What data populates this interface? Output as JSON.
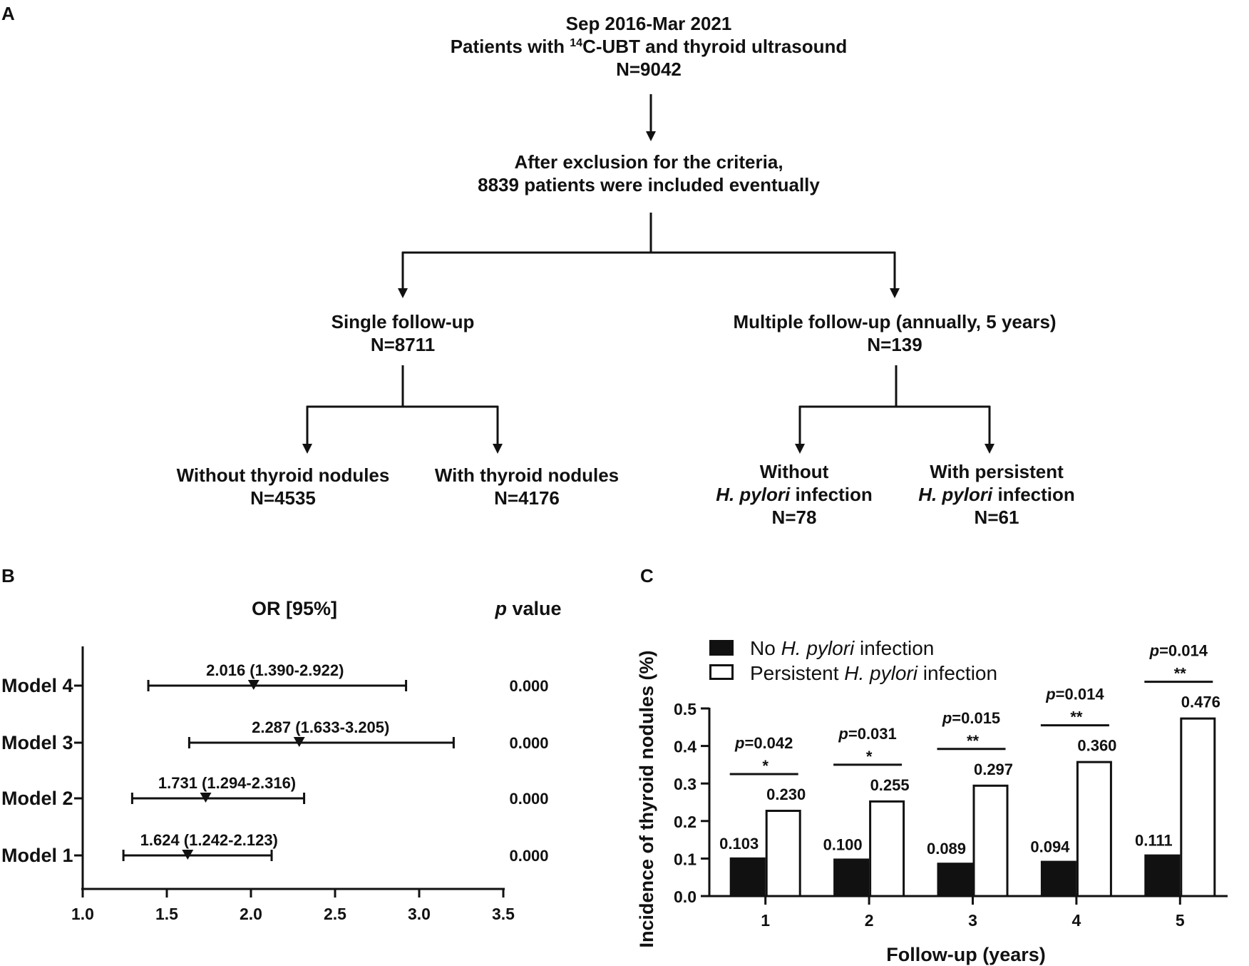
{
  "panels": {
    "a": "A",
    "b": "B",
    "c": "C"
  },
  "flowchart": {
    "top": {
      "line1": "Sep 2016-Mar 2021",
      "line2_pre": "Patients with ",
      "line2_sup": "14",
      "line2_post": "C-UBT and thyroid ultrasound",
      "line3": "N=9042"
    },
    "inclusion": {
      "line1": "After exclusion for the criteria,",
      "line2": "8839 patients were included eventually"
    },
    "single": {
      "line1": "Single follow-up",
      "line2": "N=8711"
    },
    "multiple": {
      "line1": "Multiple follow-up (annually, 5 years)",
      "line2": "N=139"
    },
    "without_nodules": {
      "line1": "Without thyroid nodules",
      "line2": "N=4535"
    },
    "with_nodules": {
      "line1": "With thyroid nodules",
      "line2": "N=4176"
    },
    "without_hp": {
      "line1": "Without",
      "line2_italic": "H. pylori",
      "line2_rest": " infection",
      "line3": "N=78"
    },
    "with_hp": {
      "line1": "With persistent",
      "line2_italic": "H. pylori",
      "line2_rest": " infection",
      "line3": "N=61"
    },
    "colors": {
      "line": "#111111"
    }
  },
  "chart_data": [
    {
      "type": "forest",
      "header_or": "OR [95%]",
      "header_p_italic": "p",
      "header_p_rest": " value",
      "xlim": [
        1.0,
        3.5
      ],
      "xticks": [
        "1.0",
        "1.5",
        "2.0",
        "2.5",
        "3.0",
        "3.5"
      ],
      "rows": [
        {
          "label": "Model 4",
          "or": 2.016,
          "lo": 1.39,
          "hi": 2.922,
          "text": "2.016 (1.390-2.922)",
          "p": "0.000"
        },
        {
          "label": "Model 3",
          "or": 2.287,
          "lo": 1.633,
          "hi": 3.205,
          "text": "2.287 (1.633-3.205)",
          "p": "0.000"
        },
        {
          "label": "Model 2",
          "or": 1.731,
          "lo": 1.294,
          "hi": 2.316,
          "text": "1.731 (1.294-2.316)",
          "p": "0.000"
        },
        {
          "label": "Model 1",
          "or": 1.624,
          "lo": 1.242,
          "hi": 2.123,
          "text": "1.624 (1.242-2.123)",
          "p": "0.000"
        }
      ],
      "colors": {
        "line": "#111111"
      }
    },
    {
      "type": "bar",
      "categories": [
        "1",
        "2",
        "3",
        "4",
        "5"
      ],
      "series": [
        {
          "name_pre": "No ",
          "name_italic": "H. pylori",
          "name_post": " infection",
          "values": [
            0.103,
            0.1,
            0.089,
            0.094,
            0.111
          ],
          "labels": [
            "0.103",
            "0.100",
            "0.089",
            "0.094",
            "0.111"
          ],
          "fill": "#111111"
        },
        {
          "name_pre": "Persistent ",
          "name_italic": "H. pylori",
          "name_post": " infection",
          "values": [
            0.23,
            0.255,
            0.297,
            0.36,
            0.476
          ],
          "labels": [
            "0.230",
            "0.255",
            "0.297",
            "0.360",
            "0.476"
          ],
          "fill": "#ffffff"
        }
      ],
      "significance": [
        {
          "p_italic": "p",
          "p_rest": "=0.042",
          "stars": "*"
        },
        {
          "p_italic": "p",
          "p_rest": "=0.031",
          "stars": "*"
        },
        {
          "p_italic": "p",
          "p_rest": "=0.015",
          "stars": "**"
        },
        {
          "p_italic": "p",
          "p_rest": "=0.014",
          "stars": "**"
        },
        {
          "p_italic": "p",
          "p_rest": "=0.014",
          "stars": "**"
        }
      ],
      "xlabel": "Follow-up (years)",
      "ylabel": "Incidence of thyroid nodules (%)",
      "ylim": [
        0,
        0.5
      ],
      "yticks": [
        "0.0",
        "0.1",
        "0.2",
        "0.3",
        "0.4",
        "0.5"
      ],
      "legend_position": "top-left",
      "colors": {
        "line": "#111111"
      }
    }
  ]
}
